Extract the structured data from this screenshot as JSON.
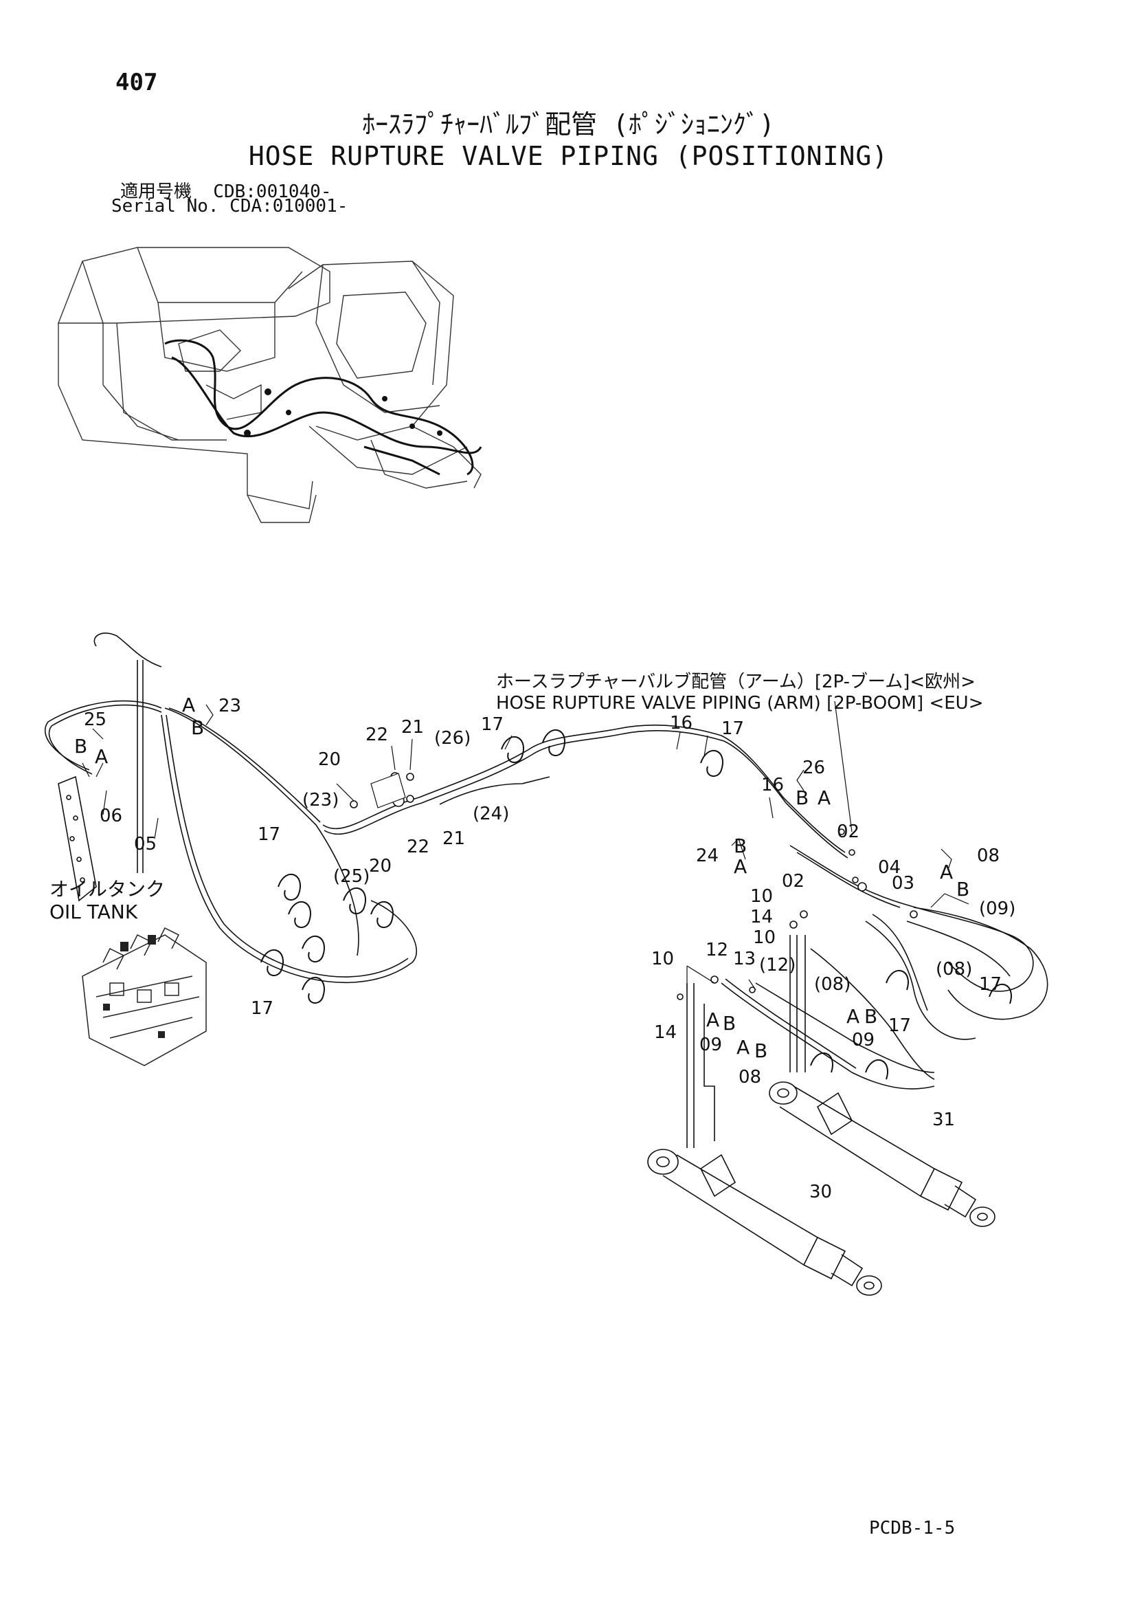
{
  "header": {
    "page_number": "407",
    "title_jp": "ﾎｰｽﾗﾌﾟﾁｬｰﾊﾞﾙﾌﾞ配管 (ﾎﾟｼﾞｼｮﾆﾝｸﾞ)",
    "title_en": "HOSE RUPTURE VALVE PIPING (POSITIONING)",
    "serial_jp": "適用号機  CDB:001040-",
    "serial_en": "Serial No. CDA:010001-"
  },
  "reference_note": {
    "jp": "ホースラプチャーバルブ配管（アーム）[2P-ブーム]<欧州>",
    "en": "HOSE RUPTURE VALVE PIPING (ARM) [2P-BOOM] <EU>"
  },
  "oil_tank": {
    "jp": "オイルタンク",
    "en": "OIL TANK"
  },
  "callouts": {
    "c407_23": "23",
    "c25a": "25",
    "c06": "06",
    "c05": "05",
    "c20a": "20",
    "c22a": "22",
    "c21a": "21",
    "c26p": "(26)",
    "c17a": "17",
    "c16a": "16",
    "c17b": "17",
    "c23p": "(23)",
    "c17c": "17",
    "c25p": "(25)",
    "c20b": "20",
    "c22b": "22",
    "c21b": "21",
    "c24p": "(24)",
    "c17d": "17",
    "c16b": "16",
    "c26": "26",
    "c02a": "02",
    "c24": "24",
    "c04": "04",
    "c02b": "02",
    "c03": "03",
    "c08a": "08",
    "c10a": "10",
    "c14a": "14",
    "c10b": "10",
    "c12p": "(12)",
    "c09p": "(09)",
    "c08p": "(08)",
    "c08p2": "(08)",
    "c17e": "17",
    "c17f": "17",
    "c09a": "09",
    "c10c": "10",
    "c12": "12",
    "c13": "13",
    "c14b": "14",
    "c09b": "09",
    "c08b": "08",
    "c31": "31",
    "c30": "30"
  },
  "port_letters": {
    "A": "A",
    "B": "B"
  },
  "footer": {
    "code": "PCDB-1-5"
  }
}
